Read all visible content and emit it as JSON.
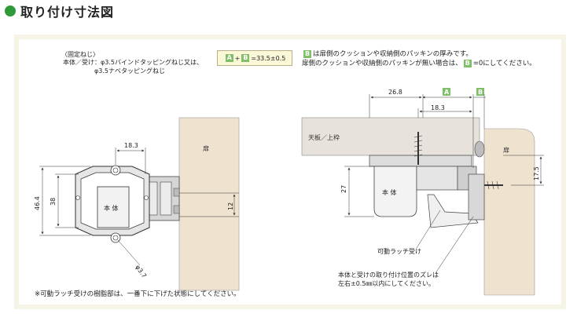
{
  "title": "取り付け寸法図",
  "left": {
    "screw_header": "〈固定ねじ〉",
    "screw_line1": "本体／受け：φ3.5バインドタッピングねじ又は、",
    "screw_line2": "φ3.5ナベタッピングねじ",
    "dim_18_3": "18.3",
    "dim_46_4": "46.4",
    "dim_38": "38",
    "dim_12": "12",
    "dim_phi37": "φ3.7",
    "body_label": "本 体",
    "door_label": "扉",
    "footnote": "※可動ラッチ受けの樹脂部は、一番下に下げた状態にしてください。"
  },
  "formula": {
    "a": "A",
    "plus": "+",
    "b": "B",
    "value": "=33.5±0.5"
  },
  "right_notes": {
    "line1_badge": "B",
    "line1": "は扉側のクッションや収納側のパッキンの厚みです。",
    "line2_pre": "扉側のクッションや収納側のパッキンが無い場合は、",
    "line2_badge": "B",
    "line2_post": "=0にしてください。"
  },
  "right": {
    "dim_26_8": "26.8",
    "dim_18_3": "18.3",
    "dim_27": "27",
    "dim_17_5": "17.5",
    "label_a": "A",
    "label_b": "B",
    "top_board": "天板／上枠",
    "body_label": "本 体",
    "door_label": "扉",
    "latch_label": "可動ラッチ受け",
    "align_line1": "本体と受けの取り付け位置のズレは",
    "align_line2": "左右±0.5㎜以内にしてください。"
  },
  "colors": {
    "accent_green": "#2f9a3a",
    "badge_green": "#7fbf6a",
    "frame_beige": "#f6f3e7",
    "wood": "#efe2cf"
  }
}
